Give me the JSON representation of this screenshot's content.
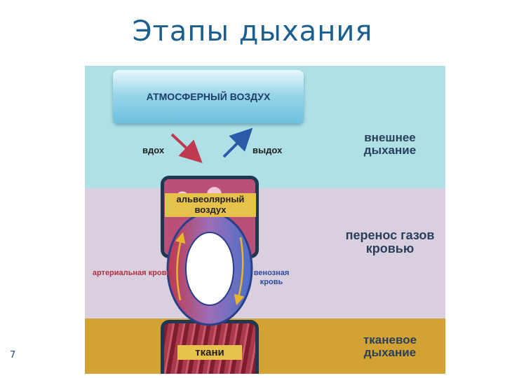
{
  "title": "Этапы дыхания",
  "page_number": "7",
  "diagram": {
    "atmospheric_air": "АТМОСФЕРНЫЙ ВОЗДУХ",
    "inhale": "вдох",
    "exhale": "выдох",
    "alveolar_air": "альвеолярный воздух",
    "arterial_blood": "артериальная кровь",
    "venous_blood": "венозная кровь",
    "tissues": "ткани",
    "stages": {
      "external": "внешнее дыхание",
      "transport": "перенос газов кровью",
      "tissue": "тканевое дыхание"
    }
  },
  "colors": {
    "band_external": "#aee0e6",
    "band_transport": "#d9cfdf",
    "band_tissue": "#d3a235",
    "arterial": "#c0394e",
    "venous": "#4a6fc8",
    "inhale_arrow": "#c0394e",
    "exhale_arrow": "#2a5aa8"
  }
}
